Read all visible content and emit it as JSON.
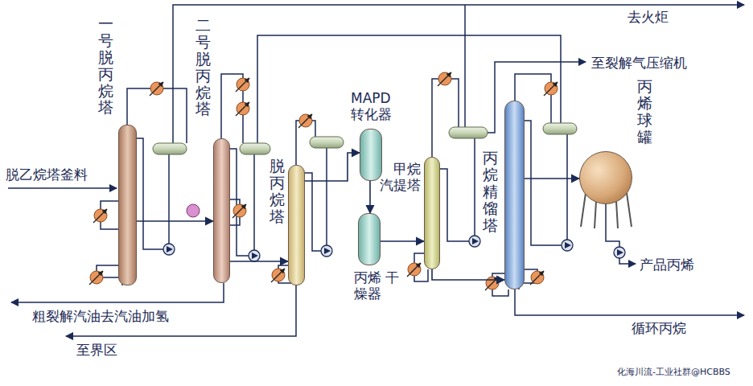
{
  "diagram": {
    "nodes": [
      {
        "text": [
          "一号脱丙烷塔"
        ]
      },
      {
        "text": [
          "二号脱丙烷塔"
        ]
      },
      {
        "text": [
          "脱丙烷塔"
        ]
      },
      {
        "text": [
          "MAPD 转化器"
        ]
      },
      {
        "text": [
          "丙烯 干燥器"
        ]
      },
      {
        "text": [
          "甲烷 汽提塔"
        ]
      },
      {
        "text": [
          "丙烷精馏塔"
        ]
      },
      {
        "text": [
          "丙烯球罐"
        ]
      }
    ],
    "edges": [
      {
        "from": 0,
        "to": 1,
        "arrow": "to"
      },
      {
        "from": 1,
        "to": 2,
        "arrow": "to"
      },
      {
        "from": 2,
        "to": 3,
        "arrow": "to"
      },
      {
        "from": 3,
        "to": 4,
        "arrow": "to"
      },
      {
        "from": 4,
        "to": 5,
        "arrow": "to"
      },
      {
        "from": 5,
        "to": 6,
        "arrow": "to"
      },
      {
        "from": 6,
        "to": 7,
        "arrow": "to"
      }
    ],
    "labels": [
      "去火炬",
      "至裂解气压缩机",
      "脱乙烷塔釜料",
      "粗裂解汽油去汽油加氢",
      "至界区",
      "循环丙烷",
      "产品丙烯",
      "化海川流-工业社群@HCBBS"
    ]
  }
}
